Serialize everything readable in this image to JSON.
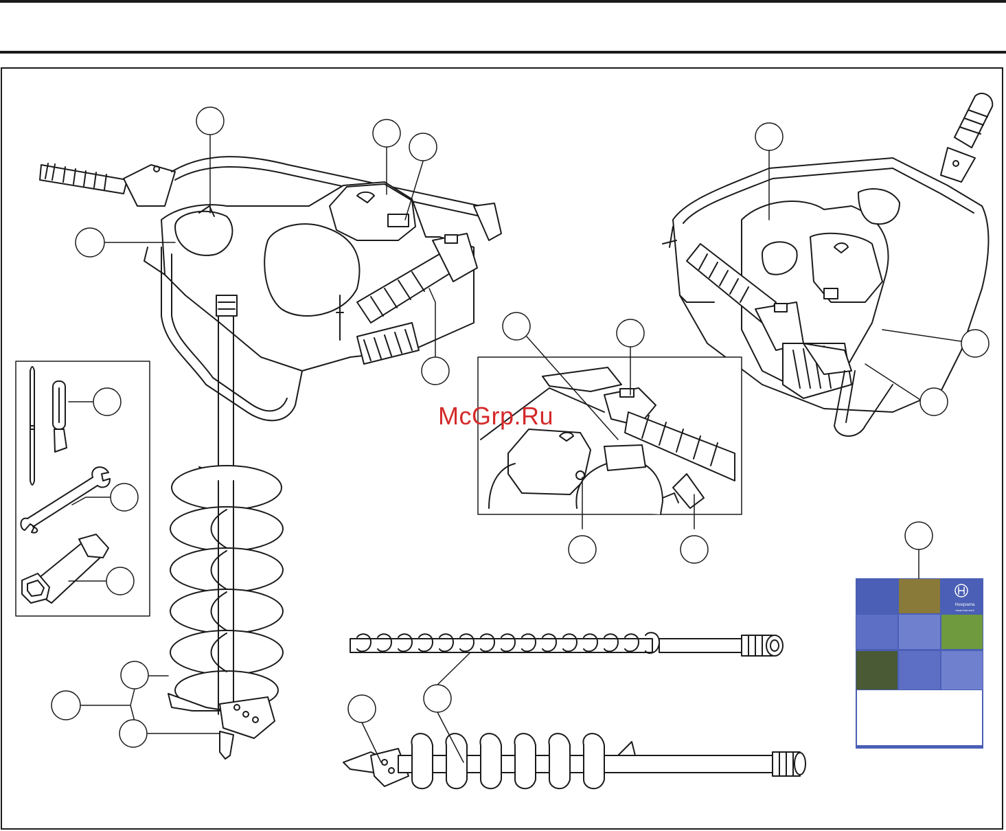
{
  "watermark": {
    "text": "McGrp.Ru",
    "color": "#d42a2a"
  },
  "manual_cover": {
    "brand": "Husqvarna",
    "tagline": "Ideas that work",
    "colors": {
      "blue": "#4a5fb5",
      "light_blue": "#6f80cf"
    }
  },
  "icons": {
    "callout": "callout-circle-icon",
    "tools": [
      "feeler-gauge-icon",
      "screwdriver-icon",
      "open-wrench-icon",
      "spark-plug-wrench-icon"
    ]
  }
}
